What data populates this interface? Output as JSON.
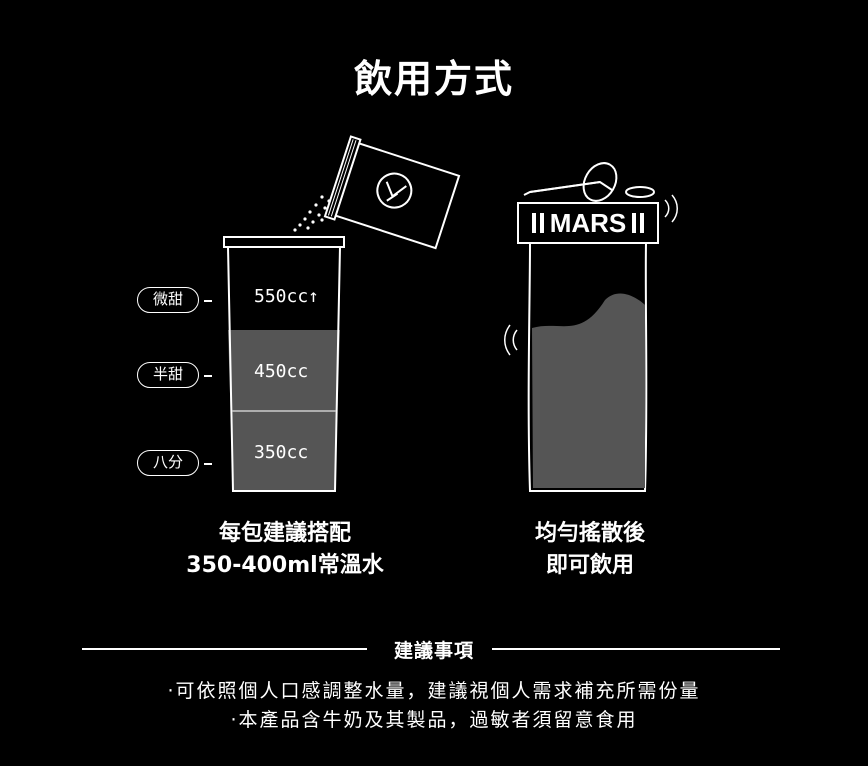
{
  "title": "飲用方式",
  "levels": [
    {
      "sweetness": "微甜",
      "volume": "550cc↑"
    },
    {
      "sweetness": "半甜",
      "volume": "450cc"
    },
    {
      "sweetness": "八分",
      "volume": "350cc"
    }
  ],
  "shaker_brand": "MARS",
  "left_caption": {
    "line1": "每包建議搭配",
    "line2": "350-400ml常溫水"
  },
  "right_caption": {
    "line1": "均勻搖散後",
    "line2": "即可飲用"
  },
  "notes_title": "建議事項",
  "notes": [
    "·可依照個人口感調整水量，建議視個人需求補充所需份量",
    "·本產品含牛奶及其製品，過敏者須留意食用"
  ]
}
